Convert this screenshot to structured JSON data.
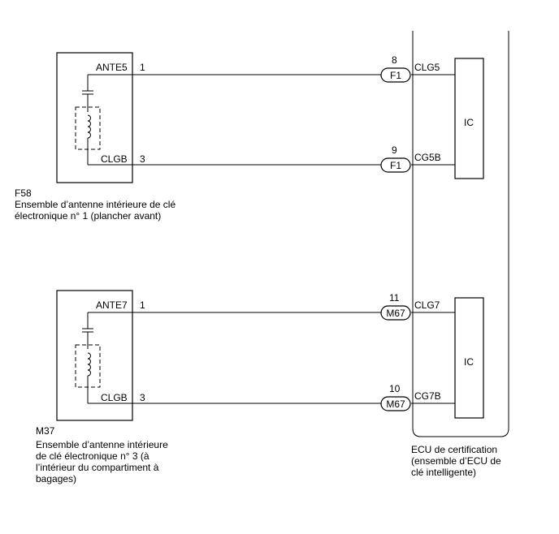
{
  "antenna_front": {
    "code": "F58",
    "name_lines": [
      "Ensemble d’antenne intérieure de clé",
      "électronique n° 1 (plancher avant)"
    ],
    "top_signal": "ANTE5",
    "top_pin": "1",
    "bottom_signal": "CLGB",
    "bottom_pin": "3"
  },
  "antenna_luggage": {
    "code": "M37",
    "name_lines": [
      "Ensemble d’antenne intérieure",
      "de clé électronique n° 3 (à",
      "l’intérieur du compartiment à",
      "bagages)"
    ],
    "top_signal": "ANTE7",
    "top_pin": "1",
    "bottom_signal": "CLGB",
    "bottom_pin": "3"
  },
  "ecu": {
    "name_lines": [
      "ECU de certification",
      "(ensemble d’ECU de",
      "clé intelligente)"
    ],
    "ic_upper": "IC",
    "ic_lower": "IC"
  },
  "connections": [
    {
      "connector": "F1",
      "pin": "8",
      "signal": "CLG5"
    },
    {
      "connector": "F1",
      "pin": "9",
      "signal": "CG5B"
    },
    {
      "connector": "M67",
      "pin": "11",
      "signal": "CLG7"
    },
    {
      "connector": "M67",
      "pin": "10",
      "signal": "CG7B"
    }
  ]
}
